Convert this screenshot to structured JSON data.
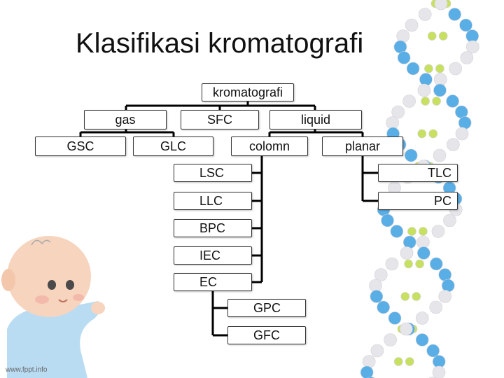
{
  "slide": {
    "title": "Klasifikasi kromatografi",
    "watermark": "www.fppt.info"
  },
  "tree": {
    "root": "kromatografi",
    "gas": "gas",
    "sfc": "SFC",
    "liquid": "liquid",
    "gsc": "GSC",
    "glc": "GLC",
    "colomn": "colomn",
    "planar": "planar",
    "lsc": "LSC",
    "llc": "LLC",
    "bpc": "BPC",
    "iec": "IEC",
    "ec": "EC",
    "gpc": "GPC",
    "gfc": "GFC",
    "tlc": "TLC",
    "pc": "PC"
  },
  "colors": {
    "connector": "#000000",
    "helix_blue": "#5aaee6",
    "helix_green": "#c8e060",
    "helix_grey": "#e6e6ea"
  },
  "icons": {
    "baby": "baby-illustration-icon",
    "dna": "dna-helix-icon"
  }
}
